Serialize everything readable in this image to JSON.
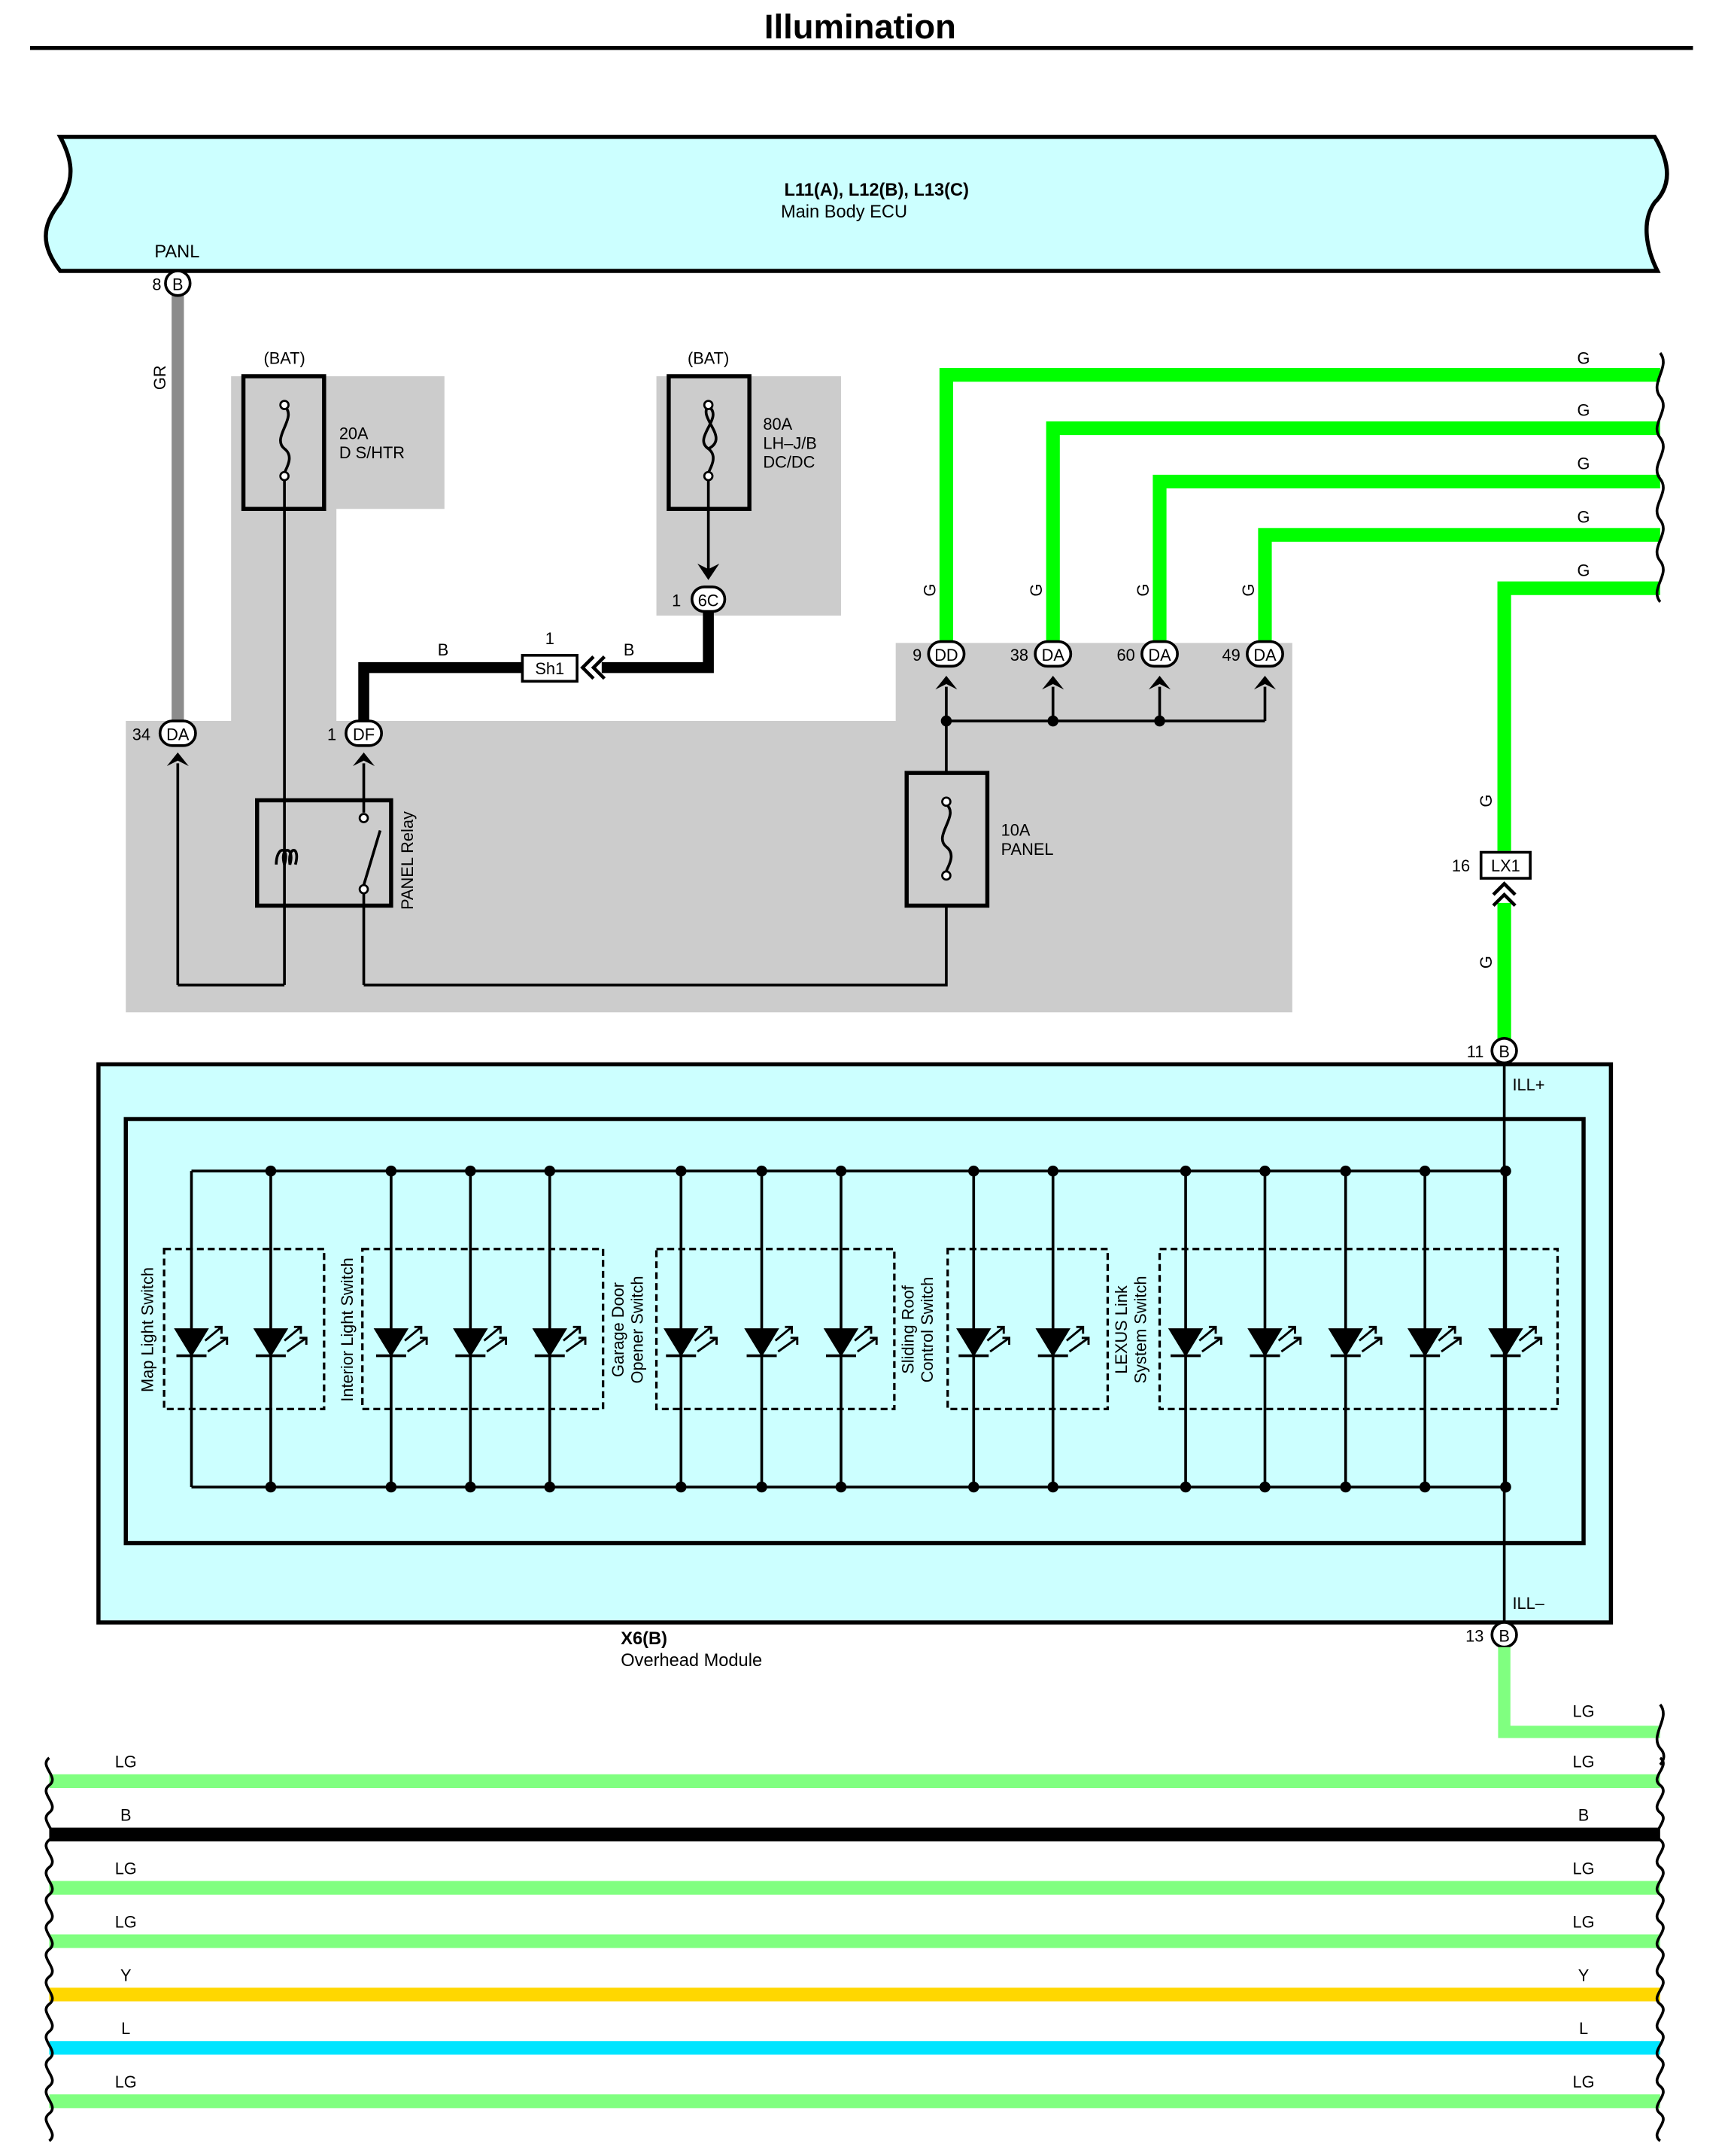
{
  "title": "Illumination",
  "ecu": {
    "name": "L11(A), L12(B), L13(C)",
    "desc": "Main Body ECU",
    "pin_label": "PANL",
    "pin_no": "8",
    "pin_code": "B"
  },
  "wire_gr": "GR",
  "fuse_ds": {
    "source": "(BAT)",
    "rating": "20A",
    "name": "D S/HTR"
  },
  "fuse_lh": {
    "source": "(BAT)",
    "rating": "80A",
    "name1": "LH–J/B",
    "name2": "DC/DC"
  },
  "conn_6c": {
    "pin": "1",
    "code": "6C"
  },
  "conn_sh1": {
    "pin": "1",
    "code": "Sh1"
  },
  "wire_b": "B",
  "conn_da34": {
    "pin": "34",
    "code": "DA"
  },
  "conn_df1": {
    "pin": "1",
    "code": "DF"
  },
  "relay": "PANEL Relay",
  "fuse_panel": {
    "rating": "10A",
    "name": "PANEL"
  },
  "top_conns": [
    {
      "pin": "9",
      "code": "DD"
    },
    {
      "pin": "38",
      "code": "DA"
    },
    {
      "pin": "60",
      "code": "DA"
    },
    {
      "pin": "49",
      "code": "DA"
    }
  ],
  "wire_g": "G",
  "conn_lx1": {
    "pin": "16",
    "code": "LX1"
  },
  "module": {
    "name": "X6(B)",
    "desc": "Overhead Module",
    "ill_plus": "ILL+",
    "ill_minus": "ILL–",
    "pin_plus": "11",
    "pin_minus": "13",
    "pin_code": "B",
    "switches": [
      {
        "l1": "Map Light Switch",
        "l2": ""
      },
      {
        "l1": "Interior Light Switch",
        "l2": ""
      },
      {
        "l1": "Garage Door",
        "l2": "Opener Switch"
      },
      {
        "l1": "Sliding Roof",
        "l2": "Control Switch"
      },
      {
        "l1": "LEXUS Link",
        "l2": "System Switch"
      }
    ]
  },
  "bottom_wires": [
    {
      "label": "LG",
      "color": "#80ff80"
    },
    {
      "label": "B",
      "color": "#000000"
    },
    {
      "label": "LG",
      "color": "#80ff80"
    },
    {
      "label": "LG",
      "color": "#80ff80"
    },
    {
      "label": "Y",
      "color": "#ffd700"
    },
    {
      "label": "L",
      "color": "#00e5ff"
    },
    {
      "label": "LG",
      "color": "#80ff80"
    }
  ],
  "colors": {
    "green": "#00ff00",
    "light_green": "#80ff80",
    "ecu_fill": "#ccffff",
    "shade": "#cccccc",
    "gray_wire": "#8c8c8c"
  }
}
